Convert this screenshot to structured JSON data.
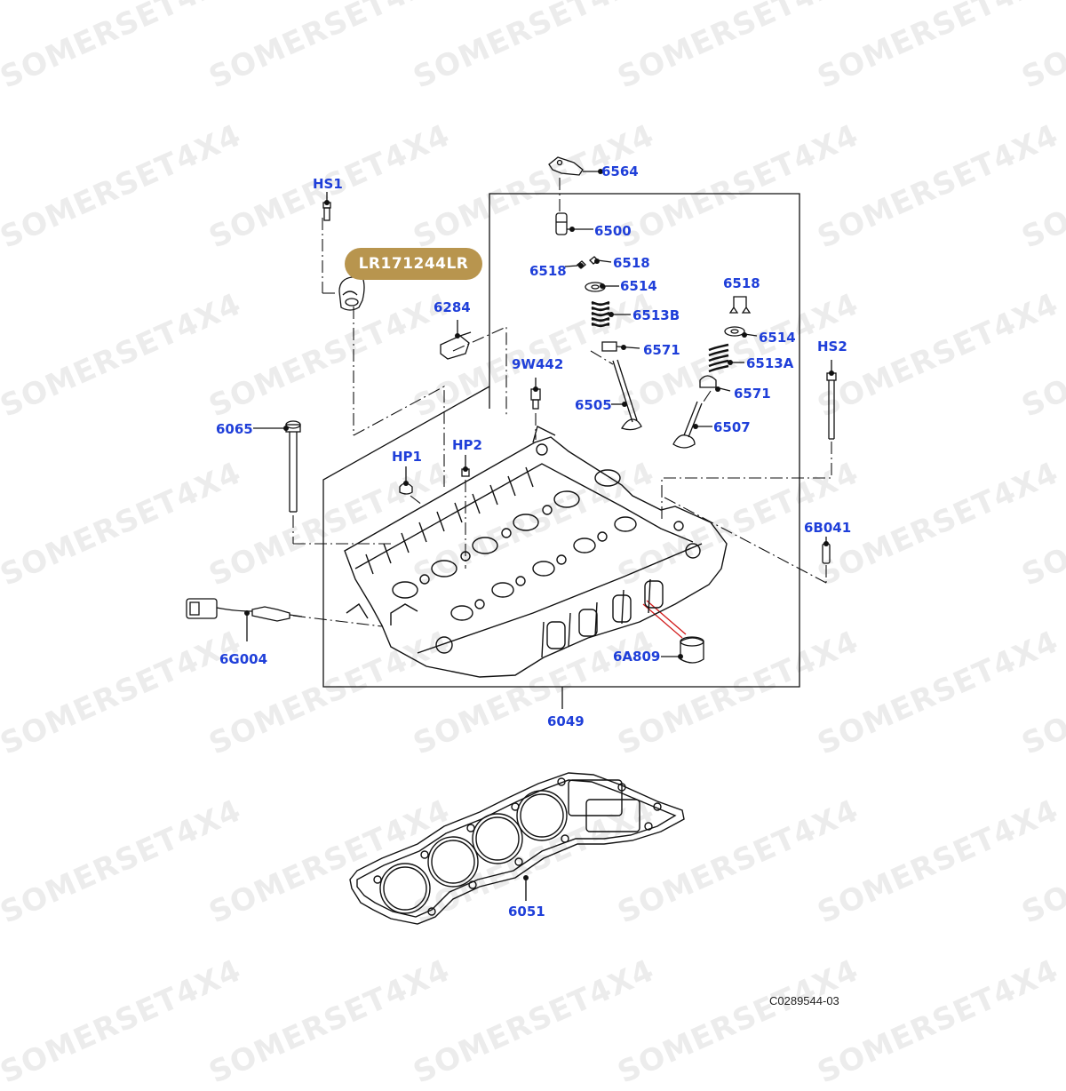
{
  "watermark": "SOMERSET4X4",
  "highlight_part": "LR171244LR",
  "diagram_ref": "C0289544-03",
  "labels": {
    "p6564": "6564",
    "hs1": "HS1",
    "p6500": "6500",
    "p6518a": "6518",
    "p6518b": "6518",
    "p6514a": "6514",
    "p6513b": "6513B",
    "p6518c": "6518",
    "p6284": "6284",
    "p6571a": "6571",
    "p6514b": "6514",
    "hs2": "HS2",
    "p6513a": "6513A",
    "p9w442": "9W442",
    "p6571b": "6571",
    "p6505": "6505",
    "p6065": "6065",
    "p6507": "6507",
    "hp1": "HP1",
    "hp2": "HP2",
    "p6b041": "6B041",
    "p6g004": "6G004",
    "p6a809": "6A809",
    "p6049": "6049",
    "p6051": "6051"
  },
  "colors": {
    "label": "#1f3fd9",
    "badge": "#b8954e",
    "line": "#111111",
    "red_leader": "#d11a1a"
  }
}
